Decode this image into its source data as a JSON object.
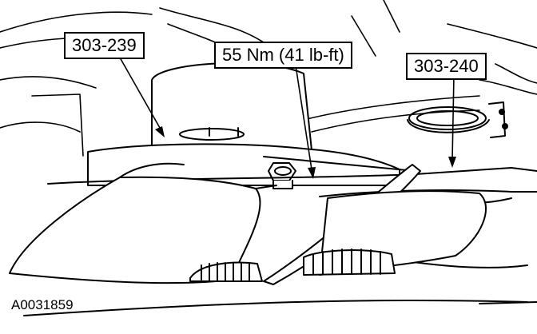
{
  "callouts": {
    "tool_left": "303-239",
    "torque": "55 Nm (41 lb-ft)",
    "tool_right": "303-240"
  },
  "figure_id": "A0031859",
  "colors": {
    "ink": "#000000",
    "paper": "#ffffff"
  }
}
